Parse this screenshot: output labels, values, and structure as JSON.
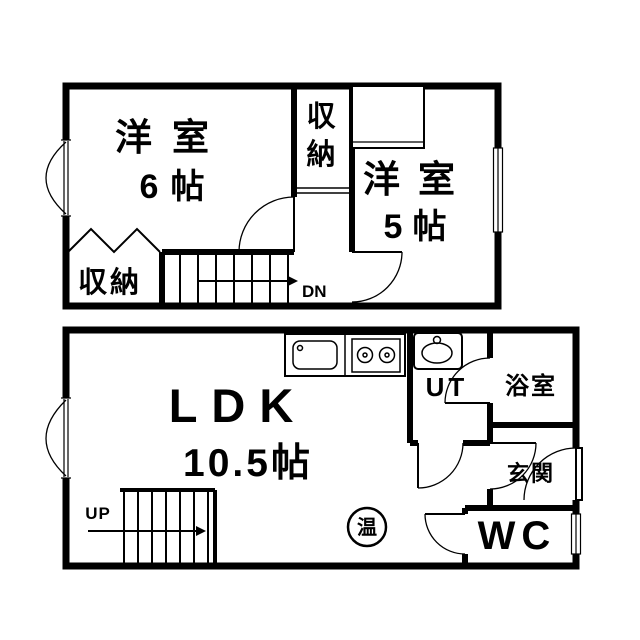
{
  "colors": {
    "wall": "#000000",
    "background": "#ffffff"
  },
  "upper_floor": {
    "room_west": {
      "name": "洋室",
      "size": "6帖"
    },
    "closet_center": {
      "char_1": "収",
      "char_2": "納"
    },
    "room_east": {
      "name": "洋室",
      "size": "5帖"
    },
    "closet_southwest_label": "収納",
    "stair_label": "DN"
  },
  "lower_floor": {
    "ldk": {
      "name": "LDK",
      "size": "10.5帖"
    },
    "utility_label": "UT",
    "bath_label": "浴室",
    "entrance_label": "玄関",
    "wc_label": "WC",
    "water_heater_label": "温",
    "stair_label": "UP"
  }
}
